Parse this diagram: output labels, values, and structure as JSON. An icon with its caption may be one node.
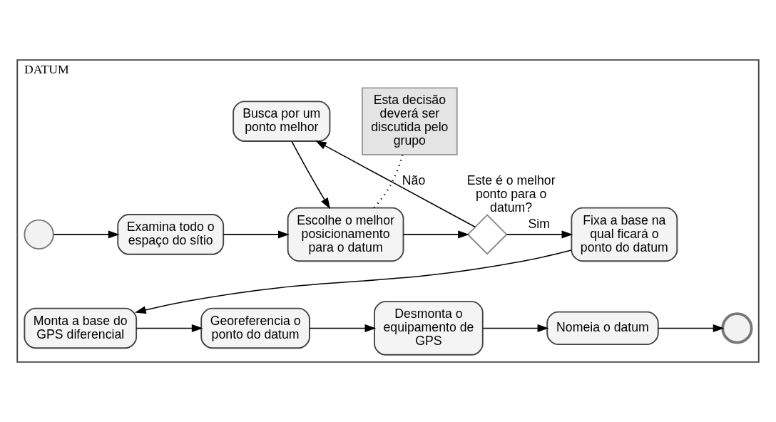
{
  "diagram": {
    "nodes": [
      {
        "text": [
          "DATUM"
        ]
      },
      {
        "text": [
          "Esta decisão deverá ser discutida pelo grupo"
        ],
        "in": 0
      },
      {
        "text": [],
        "shape": "circle",
        "in": 0
      },
      {
        "text": [
          "Examina todo o espaço do sítio"
        ],
        "in": 0
      },
      {
        "text": [
          "Escolhe o melhor posicionamento para o datum"
        ],
        "in": 0
      },
      {
        "text": [
          "Busca por um ponto melhor"
        ],
        "in": 0
      },
      {
        "text": [],
        "shape": "diamond",
        "beside": [
          "Este é o melhor ponto para o datum?"
        ],
        "in": 0
      },
      {
        "text": [
          "Fixa a base na qual ficará o ponto do datum"
        ],
        "in": 0
      },
      {
        "text": [
          "Monta a base do GPS diferencial"
        ],
        "in": 0
      },
      {
        "text": [
          "Georeferencia o ponto do datum"
        ],
        "in": 0
      },
      {
        "text": [
          "Desmonta o equipamento de GPS"
        ],
        "in": 0
      },
      {
        "text": [
          "Nomeia o datum"
        ],
        "in": 0
      },
      {
        "text": [],
        "shape": "circle",
        "in": 0
      }
    ],
    "edges": [
      {
        "from": 1,
        "to": 4,
        "arrow": "none",
        "style": "dashed"
      },
      {
        "from": 2,
        "to": 3,
        "arrow": "to"
      },
      {
        "from": 3,
        "to": 4,
        "arrow": "to"
      },
      {
        "from": 4,
        "to": 6,
        "arrow": "to"
      },
      {
        "from": 6,
        "to": 5,
        "arrow": "to",
        "label": "Não"
      },
      {
        "from": 5,
        "to": 4,
        "arrow": "to"
      },
      {
        "from": 6,
        "to": 7,
        "arrow": "to",
        "label": "Sim"
      },
      {
        "from": 7,
        "to": 8,
        "arrow": "to"
      },
      {
        "from": 8,
        "to": 9,
        "arrow": "to"
      },
      {
        "from": 9,
        "to": 10,
        "arrow": "to"
      },
      {
        "from": 10,
        "to": 11,
        "arrow": "to"
      },
      {
        "from": 11,
        "to": 12,
        "arrow": "to"
      }
    ]
  }
}
